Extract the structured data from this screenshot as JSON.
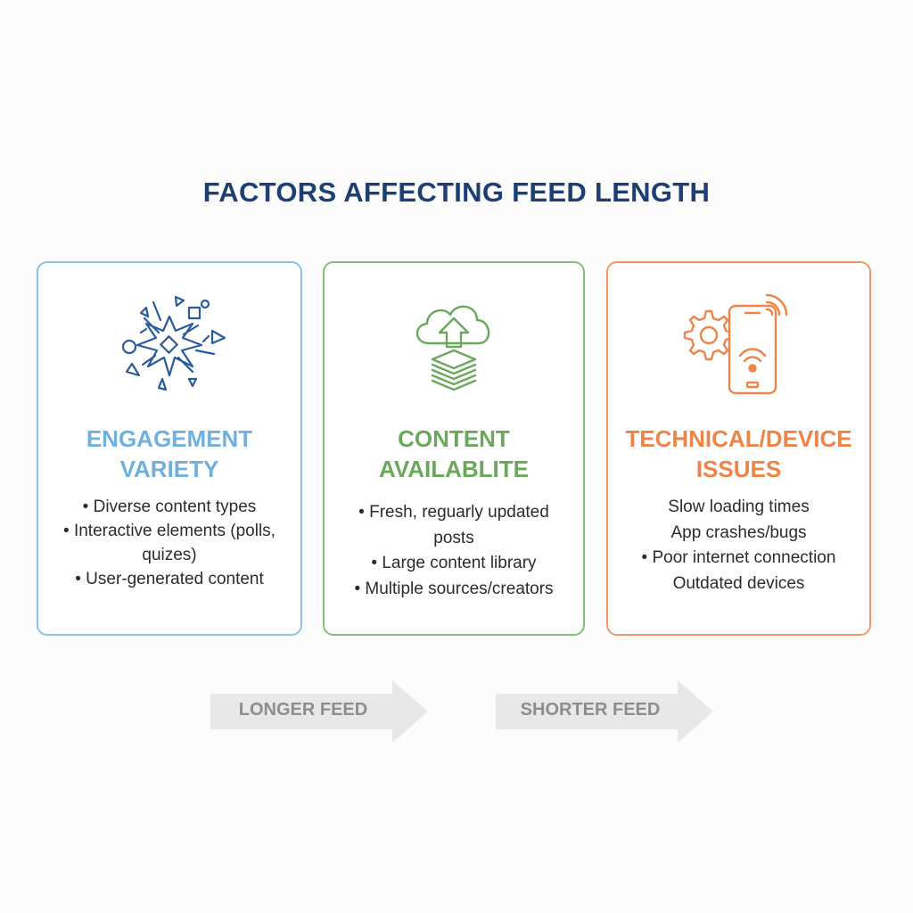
{
  "title": "FACTORS AFFECTING FEED LENGTH",
  "cards": [
    {
      "title_lines": [
        "ENGAGEMENT",
        "VARIETY"
      ],
      "icon": "starburst-shapes-icon",
      "color": "#6fb0df",
      "bullets": [
        "• Diverse content types",
        "• Interactive elements (polls,",
        "quizes)",
        "• User-generated content"
      ]
    },
    {
      "title_lines": [
        "CONTENT",
        "AVAILABLITE"
      ],
      "icon": "cloud-upload-stack-icon",
      "color": "#6aa85b",
      "bullets": [
        "• Fresh, reguarly updated",
        "posts",
        "• Large content library",
        "• Multiple sources/creators"
      ]
    },
    {
      "title_lines": [
        "TECHNICAL/DEVICE",
        "ISSUES"
      ],
      "icon": "gear-phone-wifi-icon",
      "color": "#ee8447",
      "bullets": [
        "Slow loading times",
        "App crashes/bugs",
        "• Poor internet connection",
        "Outdated devices"
      ]
    }
  ],
  "arrows": [
    {
      "label": "LONGER FEED"
    },
    {
      "label": "SHORTER FEED"
    }
  ]
}
